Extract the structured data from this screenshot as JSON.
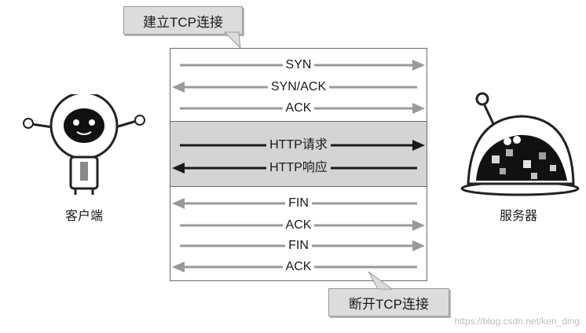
{
  "callouts": {
    "top": "建立TCP连接",
    "bottom": "断开TCP连接"
  },
  "sections": {
    "connect": [
      {
        "label": "SYN",
        "direction": "right",
        "style": "gray"
      },
      {
        "label": "SYN/ACK",
        "direction": "left",
        "style": "gray"
      },
      {
        "label": "ACK",
        "direction": "right",
        "style": "gray"
      }
    ],
    "http": [
      {
        "label": "HTTP请求",
        "direction": "right",
        "style": "black"
      },
      {
        "label": "HTTP响应",
        "direction": "left",
        "style": "black"
      }
    ],
    "close": [
      {
        "label": "FIN",
        "direction": "left",
        "style": "gray"
      },
      {
        "label": "ACK",
        "direction": "right",
        "style": "gray"
      },
      {
        "label": "FIN",
        "direction": "right",
        "style": "gray"
      },
      {
        "label": "ACK",
        "direction": "left",
        "style": "gray"
      }
    ]
  },
  "actors": {
    "client": "客户端",
    "server": "服务器"
  },
  "watermark": "https://blog.csdn.net/ken_ding",
  "colors": {
    "gray_arrow": "#9a9a9a",
    "black_arrow": "#1a1a1a",
    "http_band": "#d4d4d4",
    "callout": "#dcdcdc"
  }
}
